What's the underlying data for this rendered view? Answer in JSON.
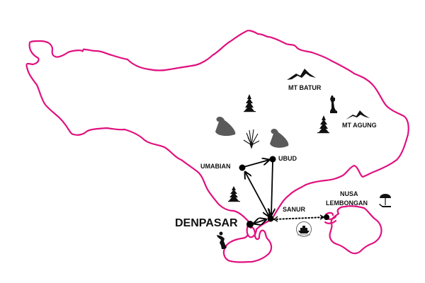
{
  "map": {
    "title": "Bali itinerary map",
    "colors": {
      "coastline": "#e0117f",
      "route": "#000000",
      "icons": "#111111",
      "offering": "#5a5a5a"
    }
  },
  "labels": {
    "mt_batur": "MT BATUR",
    "mt_agung": "MT AGUNG",
    "umabian": "UMABIAN",
    "ubud": "UBUD",
    "sanur": "SANUR",
    "denpasar": "DENPASAR",
    "nusa": "NUSA",
    "lembongan": "LEMBONGAN"
  },
  "routes": [
    {
      "from": "DENPASAR",
      "to": "SANUR",
      "style": "solid",
      "arrows": "both"
    },
    {
      "from": "SANUR",
      "to": "UMABIAN",
      "style": "solid",
      "arrows": "both"
    },
    {
      "from": "UMABIAN",
      "to": "UBUD",
      "style": "solid",
      "arrows": "to"
    },
    {
      "from": "UBUD",
      "to": "SANUR",
      "style": "solid",
      "arrows": "to"
    },
    {
      "from": "NUSA LEMBONGAN",
      "to": "SANUR",
      "style": "dotted",
      "arrows": "both"
    }
  ],
  "icons": [
    "mountain-icon",
    "mountain-icon",
    "temple-pagoda-icon",
    "temple-pagoda-icon",
    "temple-pagoda-icon",
    "offering-icon",
    "offering-icon",
    "rice-plant-icon",
    "statue-icon",
    "dancer-icon",
    "ferry-boat-icon",
    "beach-umbrella-icon"
  ]
}
